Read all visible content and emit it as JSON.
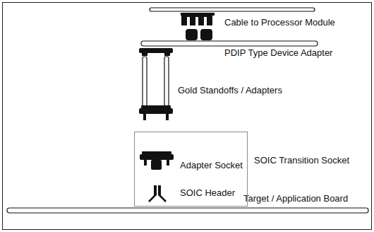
{
  "diagram": {
    "nodes": [
      {
        "text": [
          "SOIC Transition Socket",
          "Adapter Socket",
          "SOIC Header"
        ]
      }
    ],
    "labels": [
      "Cable to Processor Module",
      "PDIP Type Device Adapter",
      "Gold Standoffs / Adapters",
      "Target / Application Board"
    ]
  }
}
